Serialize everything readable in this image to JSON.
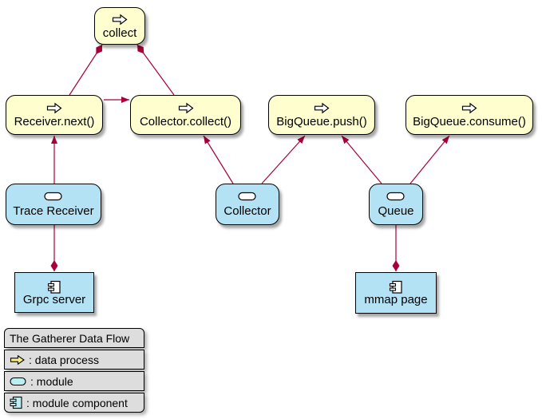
{
  "diagram": {
    "type": "plantuml-component-dataflow",
    "colors": {
      "background": "#FFFFFF",
      "edge": "#A80036",
      "process_fill": "#FEFECE",
      "module_fill": "#B3E2F4",
      "node_border": "#000000",
      "legend_fill": "#DDDDDD",
      "legend_arrow_fill": "#F9F17C",
      "legend_cyan_fill": "#B9EEF2"
    },
    "nodes": {
      "collect": {
        "label": "collect",
        "type": "data process",
        "icon": "data-process-arrow-icon"
      },
      "receiver_next": {
        "label": "Receiver.next()",
        "type": "data process",
        "icon": "data-process-arrow-icon"
      },
      "collector_collect": {
        "label": "Collector.collect()",
        "type": "data process",
        "icon": "data-process-arrow-icon"
      },
      "bigqueue_push": {
        "label": "BigQueue.push()",
        "type": "data process",
        "icon": "data-process-arrow-icon"
      },
      "bigqueue_consume": {
        "label": "BigQueue.consume()",
        "type": "data process",
        "icon": "data-process-arrow-icon"
      },
      "trace_receiver": {
        "label": "Trace Receiver",
        "type": "module",
        "icon": "module-capsule-icon"
      },
      "collector": {
        "label": "Collector",
        "type": "module",
        "icon": "module-capsule-icon"
      },
      "queue": {
        "label": "Queue",
        "type": "module",
        "icon": "module-capsule-icon"
      },
      "grpc_server": {
        "label": "Grpc server",
        "type": "module component",
        "icon": "module-component-icon"
      },
      "mmap_page": {
        "label": "mmap page",
        "type": "module component",
        "icon": "module-component-icon"
      }
    },
    "edges": [
      {
        "from": "Receiver.next()",
        "to": "collect",
        "marker": "filled-diamond-at-collect"
      },
      {
        "from": "Collector.collect()",
        "to": "collect",
        "marker": "filled-diamond-at-collect"
      },
      {
        "from": "Receiver.next()",
        "to": "Collector.collect()",
        "marker": "arrow"
      },
      {
        "from": "Trace Receiver",
        "to": "Receiver.next()",
        "marker": "arrow"
      },
      {
        "from": "Collector",
        "to": "Collector.collect()",
        "marker": "arrow"
      },
      {
        "from": "Collector",
        "to": "BigQueue.push()",
        "marker": "arrow"
      },
      {
        "from": "Queue",
        "to": "BigQueue.push()",
        "marker": "arrow"
      },
      {
        "from": "Queue",
        "to": "BigQueue.consume()",
        "marker": "arrow"
      },
      {
        "from": "Trace Receiver",
        "to": "Grpc server",
        "marker": "filled-diamond-at-grpc-server"
      },
      {
        "from": "Queue",
        "to": "mmap page",
        "marker": "filled-diamond-at-mmap-page"
      }
    ],
    "legend": {
      "title": "The Gatherer Data Flow",
      "items": [
        {
          "icon": "data-process-arrow-icon",
          "label": ": data process"
        },
        {
          "icon": "module-capsule-icon",
          "label": ": module"
        },
        {
          "icon": "module-component-icon",
          "label": ": module component"
        }
      ]
    }
  }
}
